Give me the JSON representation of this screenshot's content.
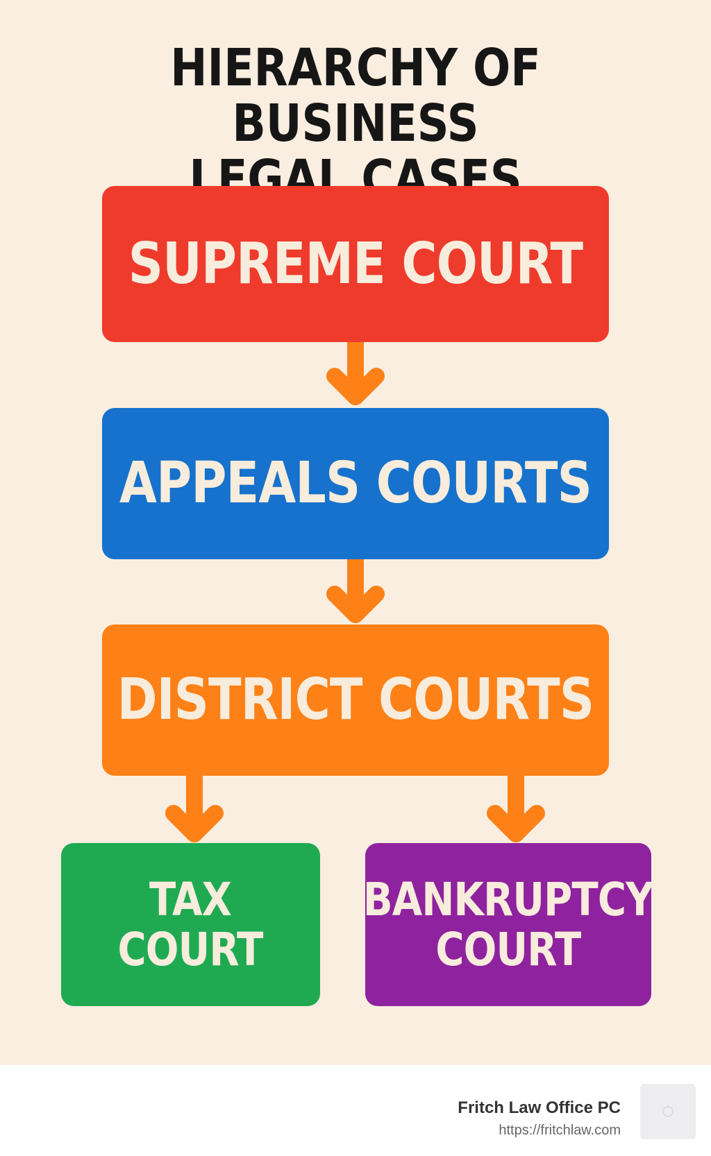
{
  "title": {
    "line1": "HIERARCHY OF BUSINESS",
    "line2": "LEGAL CASES"
  },
  "nodes": {
    "supreme": {
      "label": "SUPREME COURT",
      "color": "#ee3b2c"
    },
    "appeals": {
      "label": "APPEALS COURTS",
      "color": "#1672cc"
    },
    "district": {
      "label": "DISTRICT COURTS",
      "color": "#fd8117"
    },
    "tax": {
      "line1": "TAX",
      "line2": "COURT",
      "color": "#1faa52"
    },
    "bankruptcy": {
      "line1": "BANKRUPTCY",
      "line2": "COURT",
      "color": "#8f229e"
    }
  },
  "edges": [
    {
      "from": "supreme",
      "to": "appeals"
    },
    {
      "from": "appeals",
      "to": "district"
    },
    {
      "from": "district",
      "to": "tax"
    },
    {
      "from": "district",
      "to": "bankruptcy"
    }
  ],
  "colors": {
    "background": "#f9eee0",
    "arrow": "#fd8117",
    "label_text": "#f8ecdc",
    "title_text": "#161616"
  },
  "footer": {
    "company": "Fritch Law Office PC",
    "url": "https://fritchlaw.com"
  }
}
